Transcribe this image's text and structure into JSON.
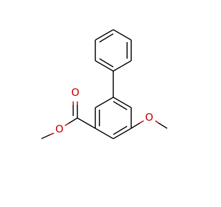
{
  "molecule": {
    "atoms": {
      "ester_carbonyl_oxygen": "O",
      "ester_ether_oxygen": "O",
      "methoxy_oxygen": "O"
    },
    "colors": {
      "bond": "#000000",
      "heteroatom": "#cc0000",
      "background": "#ffffff"
    }
  }
}
